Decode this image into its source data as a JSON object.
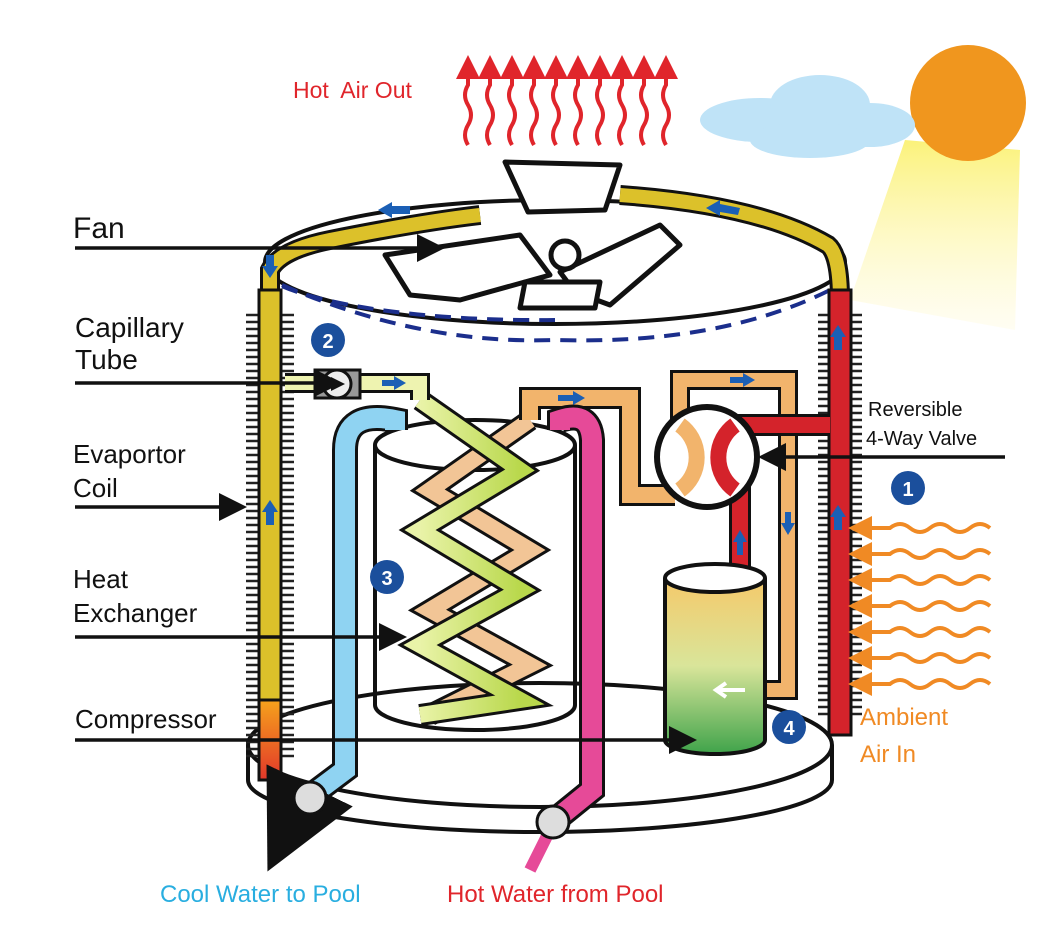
{
  "labels": {
    "hot_air_out": "Hot  Air Out",
    "fan": "Fan",
    "capillary_line1": "Capillary",
    "capillary_line2": "Tube",
    "evaporator_line1": "Evaportor",
    "evaporator_line2": "Coil",
    "heat_exchanger_line1": "Heat",
    "heat_exchanger_line2": "Exchanger",
    "compressor": "Compressor",
    "valve_line1": "Reversible",
    "valve_line2": "4-Way Valve",
    "ambient_line1": "Ambient",
    "ambient_line2": "Air In",
    "cool_water": "Cool Water to Pool",
    "hot_water": "Hot Water from Pool"
  },
  "badges": [
    "1",
    "2",
    "3",
    "4"
  ],
  "colors": {
    "hot_label": "#e0252b",
    "ambient_label": "#f08a24",
    "cool_water_label": "#29aee0",
    "badge": "#1b4f9c",
    "flow_arrow": "#1b5fb5",
    "evaporator_pipe": "#dcc12a",
    "hot_pipe": "#d4232b",
    "refrigerant_orange": "#f2b46c",
    "refrigerant_green": "#d6ea8a",
    "cool_water_pipe": "#8fd3f2",
    "hot_water_pipe": "#e64a98",
    "sun": "#f0961e",
    "cloud": "#bfe3f7"
  }
}
